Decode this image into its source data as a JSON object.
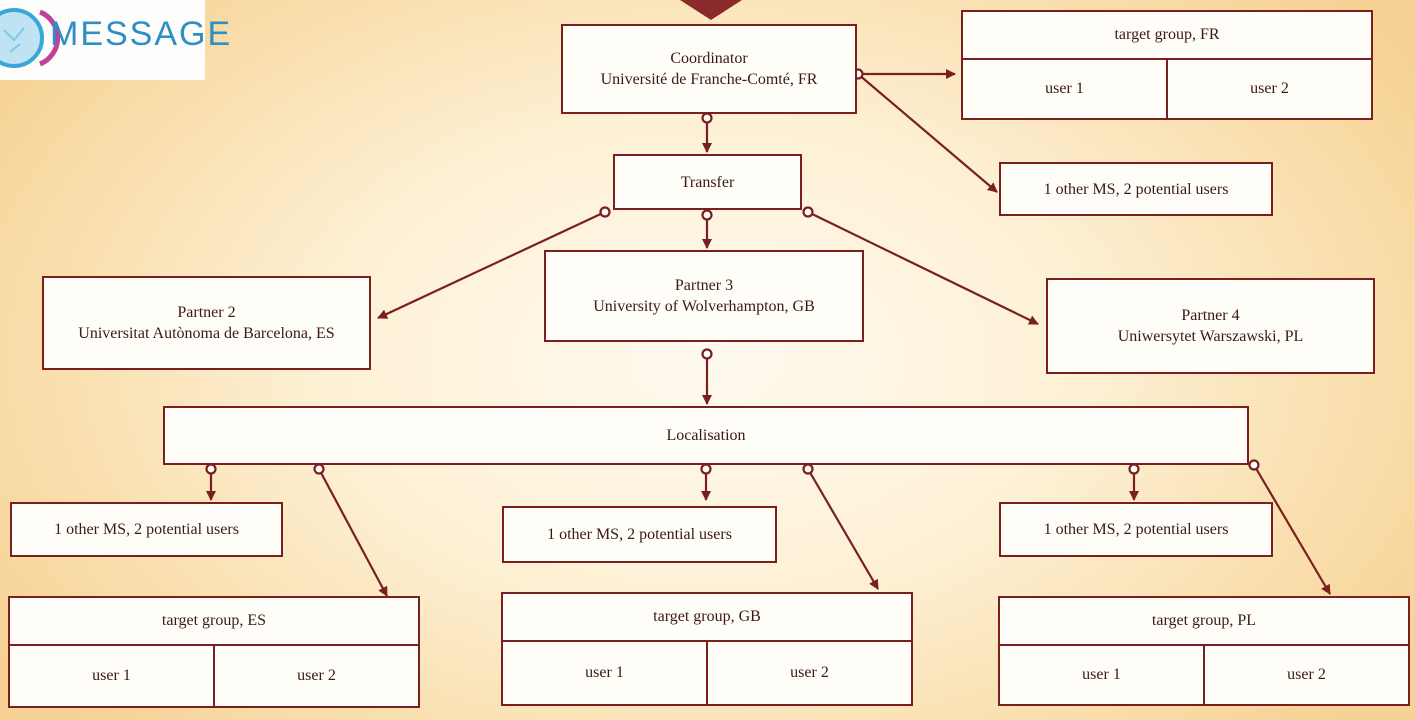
{
  "logo": {
    "text": "MESSAGE"
  },
  "coordinator": {
    "line1": "Coordinator",
    "line2": "Université de Franche-Comté, FR"
  },
  "transfer": {
    "label": "Transfer"
  },
  "partner2": {
    "line1": "Partner 2",
    "line2": "Universitat Autònoma de Barcelona, ES"
  },
  "partner3": {
    "line1": "Partner 3",
    "line2": "University of Wolverhampton, GB"
  },
  "partner4": {
    "line1": "Partner 4",
    "line2": "Uniwersytet Warszawski, PL"
  },
  "localisation": {
    "label": "Localisation"
  },
  "other_ms": {
    "top": "1 other MS, 2 potential users",
    "es": "1 other MS, 2 potential users",
    "gb": "1 other MS, 2 potential users",
    "pl": "1 other MS, 2 potential users"
  },
  "target_groups": {
    "fr": {
      "title": "target group, FR",
      "user1": "user 1",
      "user2": "user 2"
    },
    "es": {
      "title": "target group, ES",
      "user1": "user 1",
      "user2": "user 2"
    },
    "gb": {
      "title": "target group, GB",
      "user1": "user 1",
      "user2": "user 2"
    },
    "pl": {
      "title": "target group, PL",
      "user1": "user 1",
      "user2": "user 2"
    }
  },
  "colors": {
    "line": "#7a1f1f",
    "border": "#7a1f1f",
    "background": "#f9ddaa",
    "logo_text": "#2f8fc4"
  }
}
